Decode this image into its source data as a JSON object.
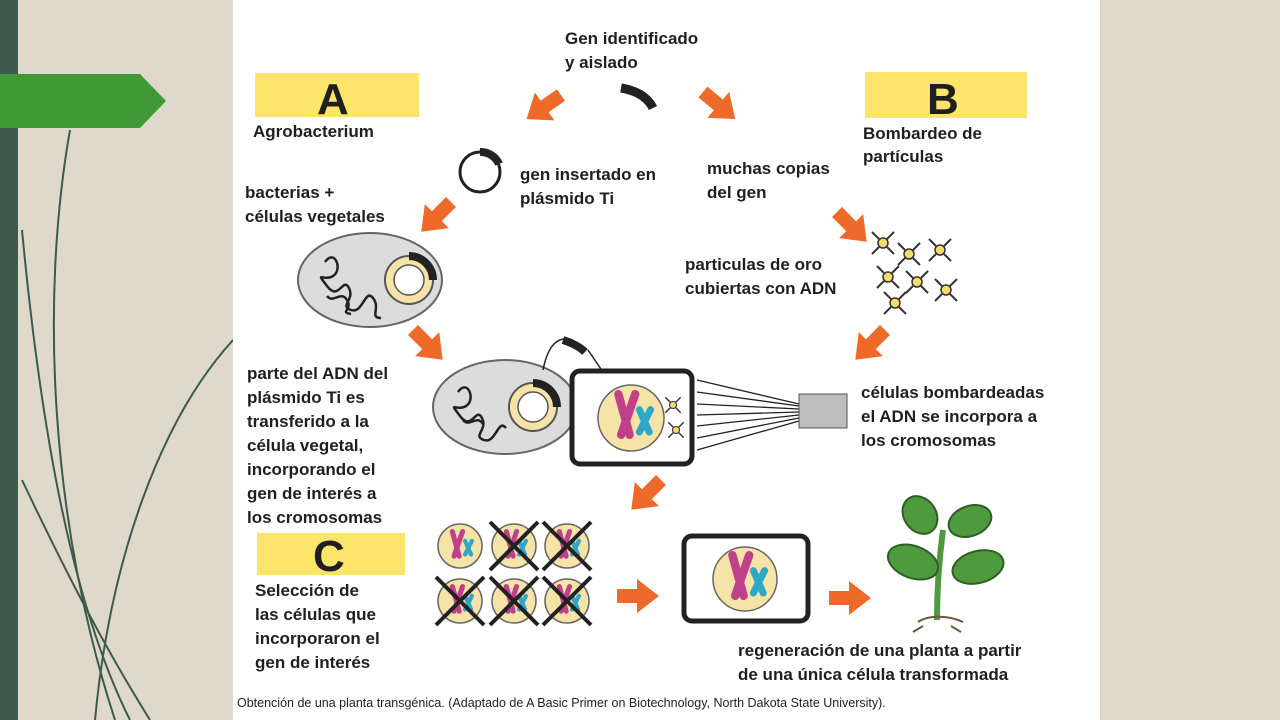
{
  "colors": {
    "stripe": "#3d5a4c",
    "accent_arrow": "#3f9a35",
    "label_box": "#fde56b",
    "flow_arrow": "#ee6a2b",
    "chromosome_magenta": "#c0408a",
    "chromosome_cyan": "#2fa7c9",
    "cell": "#f6e3a8",
    "leaf": "#4f9a3e"
  },
  "diagram": {
    "top_label": [
      "Gen identificado",
      "y aislado"
    ],
    "section_a": {
      "letter": "A",
      "title": "Agrobacterium",
      "bacteria_label": [
        "bacterias +",
        "células vegetales"
      ],
      "gene_inserted_label": [
        "gen insertado en",
        "plásmido Ti"
      ],
      "transfer_label": [
        "parte del ADN del",
        "plásmido Ti es",
        "transferido a la",
        "célula vegetal,",
        "incorporando el",
        "gen de interés a",
        "los cromosomas"
      ]
    },
    "section_b": {
      "letter": "B",
      "title": [
        "Bombardeo de",
        "partículas"
      ],
      "copies_label": [
        "muchas copias",
        "del gen"
      ],
      "gold_label": [
        "particulas de oro",
        "cubiertas con ADN"
      ],
      "bombard_label": [
        "células bombardeadas",
        "el ADN se incorpora a",
        "los cromosomas"
      ]
    },
    "section_c": {
      "letter": "C",
      "selection_label": [
        "Selección de",
        "las células que",
        "incorporaron el",
        "gen de interés"
      ],
      "regen_label": [
        "regeneración de una planta a partir",
        "de una única célula transformada"
      ]
    },
    "caption": "Obtención de una planta transgénica. (Adaptado de A Basic Primer on Biotechnology, North Dakota State University)."
  }
}
